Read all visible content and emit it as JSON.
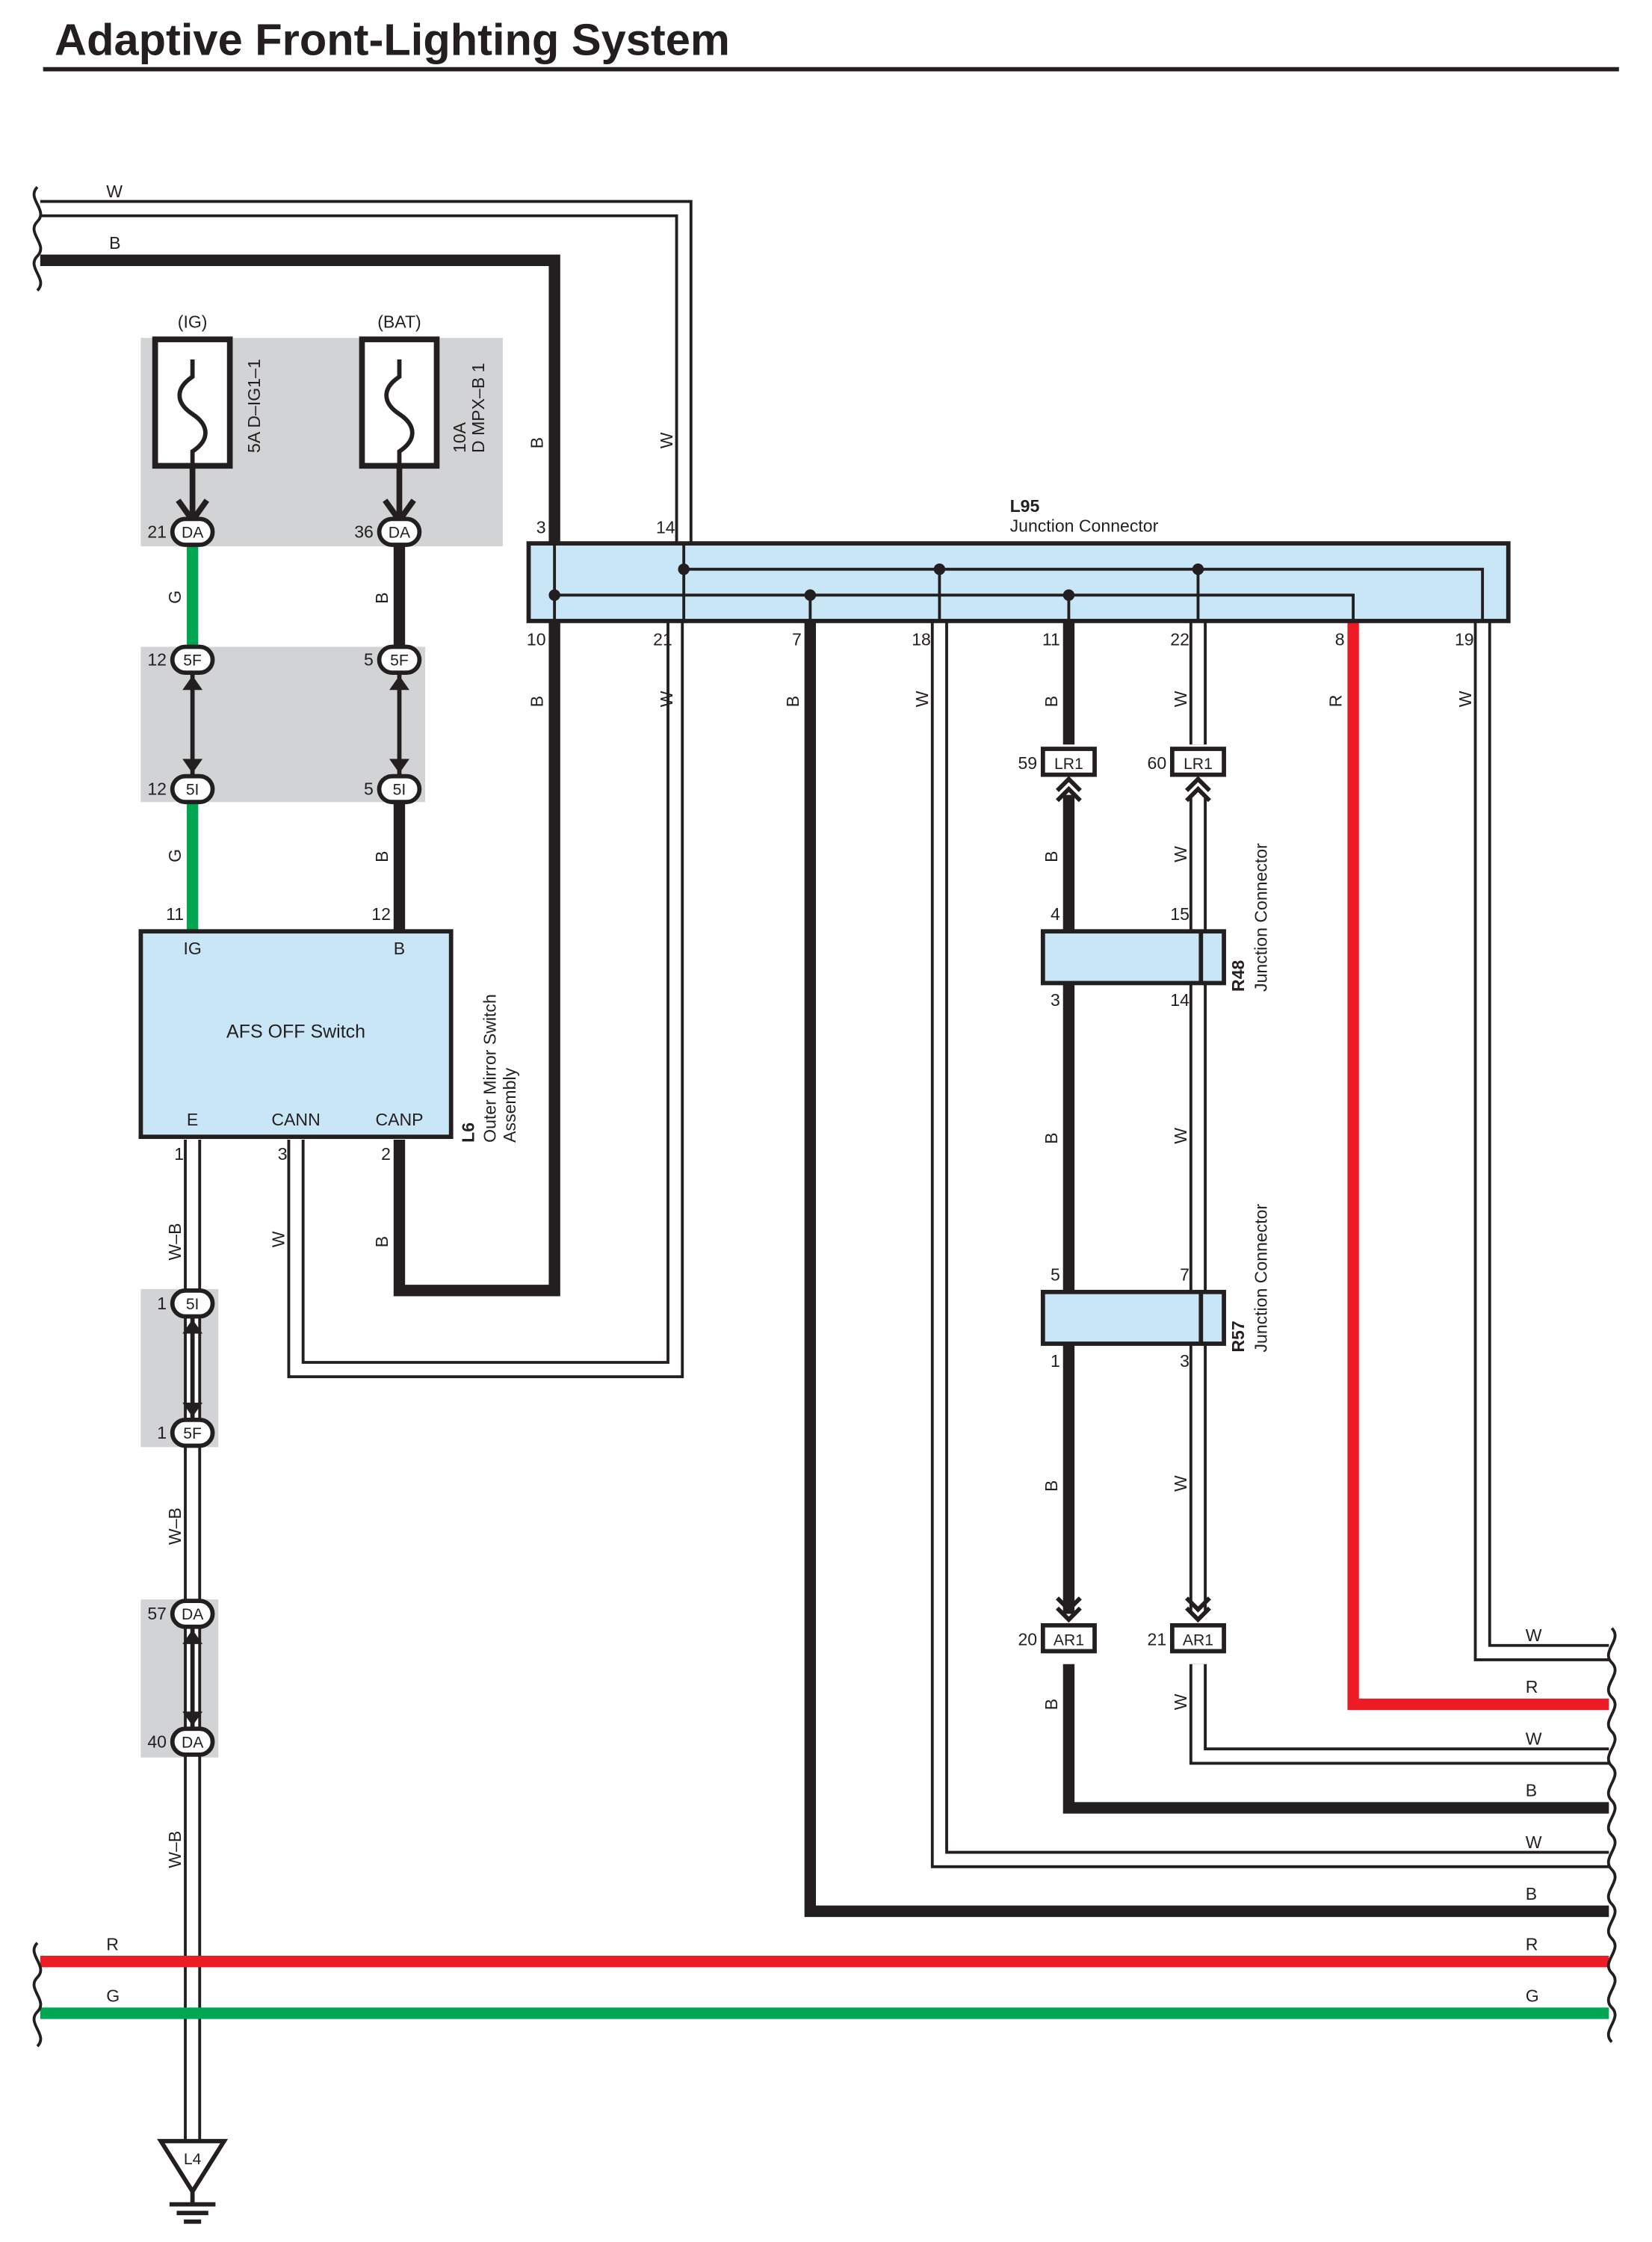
{
  "title": "Adaptive Front-Lighting System",
  "fuses": {
    "ig": {
      "source": "(IG)",
      "rating": "5A D–IG1–1"
    },
    "bat": {
      "source": "(BAT)",
      "rating_line1": "10A",
      "rating_line2": "D MPX–B 1"
    }
  },
  "switch": {
    "name": "AFS OFF Switch",
    "code": "L6",
    "assembly_line1": "Outer Mirror Switch",
    "assembly_line2": "Assembly",
    "terminals": {
      "ig": "IG",
      "b": "B",
      "e": "E",
      "cann": "CANN",
      "canp": "CANP"
    },
    "pins": {
      "ig": "11",
      "b": "12",
      "e": "1",
      "cann": "3",
      "canp": "2"
    }
  },
  "junction_l95": {
    "code": "L95",
    "name": "Junction Connector"
  },
  "junction_r48": {
    "code": "R48",
    "name": "Junction Connector"
  },
  "junction_r57": {
    "code": "R57",
    "name": "Junction Connector"
  },
  "ground": {
    "code": "L4"
  },
  "connectors": {
    "da": "DA",
    "f5": "5F",
    "i5": "5I",
    "lr1": "LR1",
    "ar1": "AR1"
  },
  "pins": {
    "da_ig": "21",
    "da_bat": "36",
    "f5_g": "12",
    "f5_b": "5",
    "i5_g": "12",
    "i5_b": "5",
    "i5_wb": "1",
    "f5_wb": "1",
    "da_wb_top": "57",
    "da_wb_bot": "40",
    "l95_top_b": "3",
    "l95_top_w": "14",
    "l95_bottom": [
      "10",
      "21",
      "7",
      "18",
      "11",
      "22",
      "8",
      "19"
    ],
    "lr1_b": "59",
    "lr1_w": "60",
    "r48_top_b": "4",
    "r48_top_w": "15",
    "r48_bot_b": "3",
    "r48_bot_w": "14",
    "r57_top_b": "5",
    "r57_top_w": "7",
    "r57_bot_b": "1",
    "r57_bot_w": "3",
    "ar1_b": "20",
    "ar1_w": "21"
  },
  "wire_colors": {
    "W": "W",
    "B": "B",
    "G": "G",
    "R": "R",
    "WB": "W–B"
  },
  "right_edge_labels": [
    "W",
    "R",
    "W",
    "B",
    "W",
    "B",
    "R",
    "G"
  ],
  "colors": {
    "black": "#231f20",
    "green": "#00a651",
    "red": "#ed1c24",
    "white_wire": "#ffffff",
    "connector_fill": "#c8e6f5",
    "shade": "#d1d3d4"
  }
}
